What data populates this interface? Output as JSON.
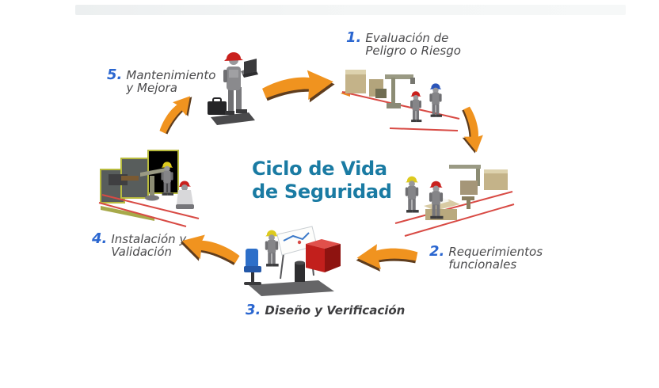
{
  "diagram": {
    "title": {
      "line1": "Ciclo de Vida",
      "line2": "de Seguridad"
    },
    "stages": [
      {
        "number": "1.",
        "line1": "Evaluación de",
        "line2": "Peligro o Riesgo",
        "scene_icon": "hazard-evaluation-workcell"
      },
      {
        "number": "2.",
        "line1": "Requerimientos",
        "line2": "funcionales",
        "scene_icon": "functional-requirements-workcell"
      },
      {
        "number": "3.",
        "line1": "Diseño y Verificación",
        "line2": "",
        "scene_icon": "design-verification-workstation"
      },
      {
        "number": "4.",
        "line1": "Instalación y",
        "line2": "Validación",
        "scene_icon": "installation-validation-cell"
      },
      {
        "number": "5.",
        "line1": "Mantenimiento",
        "line2": "y Mejora",
        "scene_icon": "maintenance-engineer-figure"
      }
    ],
    "colors": {
      "title_teal": "#1a7ba3",
      "number_blue": "#2a66d0",
      "label_gray": "#4b4b4d",
      "arrow_orange": "#f0931f",
      "arrow_shadow": "#5f3d1e",
      "hat_red": "#c9201d",
      "hat_yellow": "#ddca1e",
      "hat_blue": "#2b55b9",
      "floor_line_red": "#d84a44",
      "machine_tan": "#c4b389",
      "cube_red": "#c21f1c",
      "chair_blue": "#2d6fc9"
    }
  }
}
